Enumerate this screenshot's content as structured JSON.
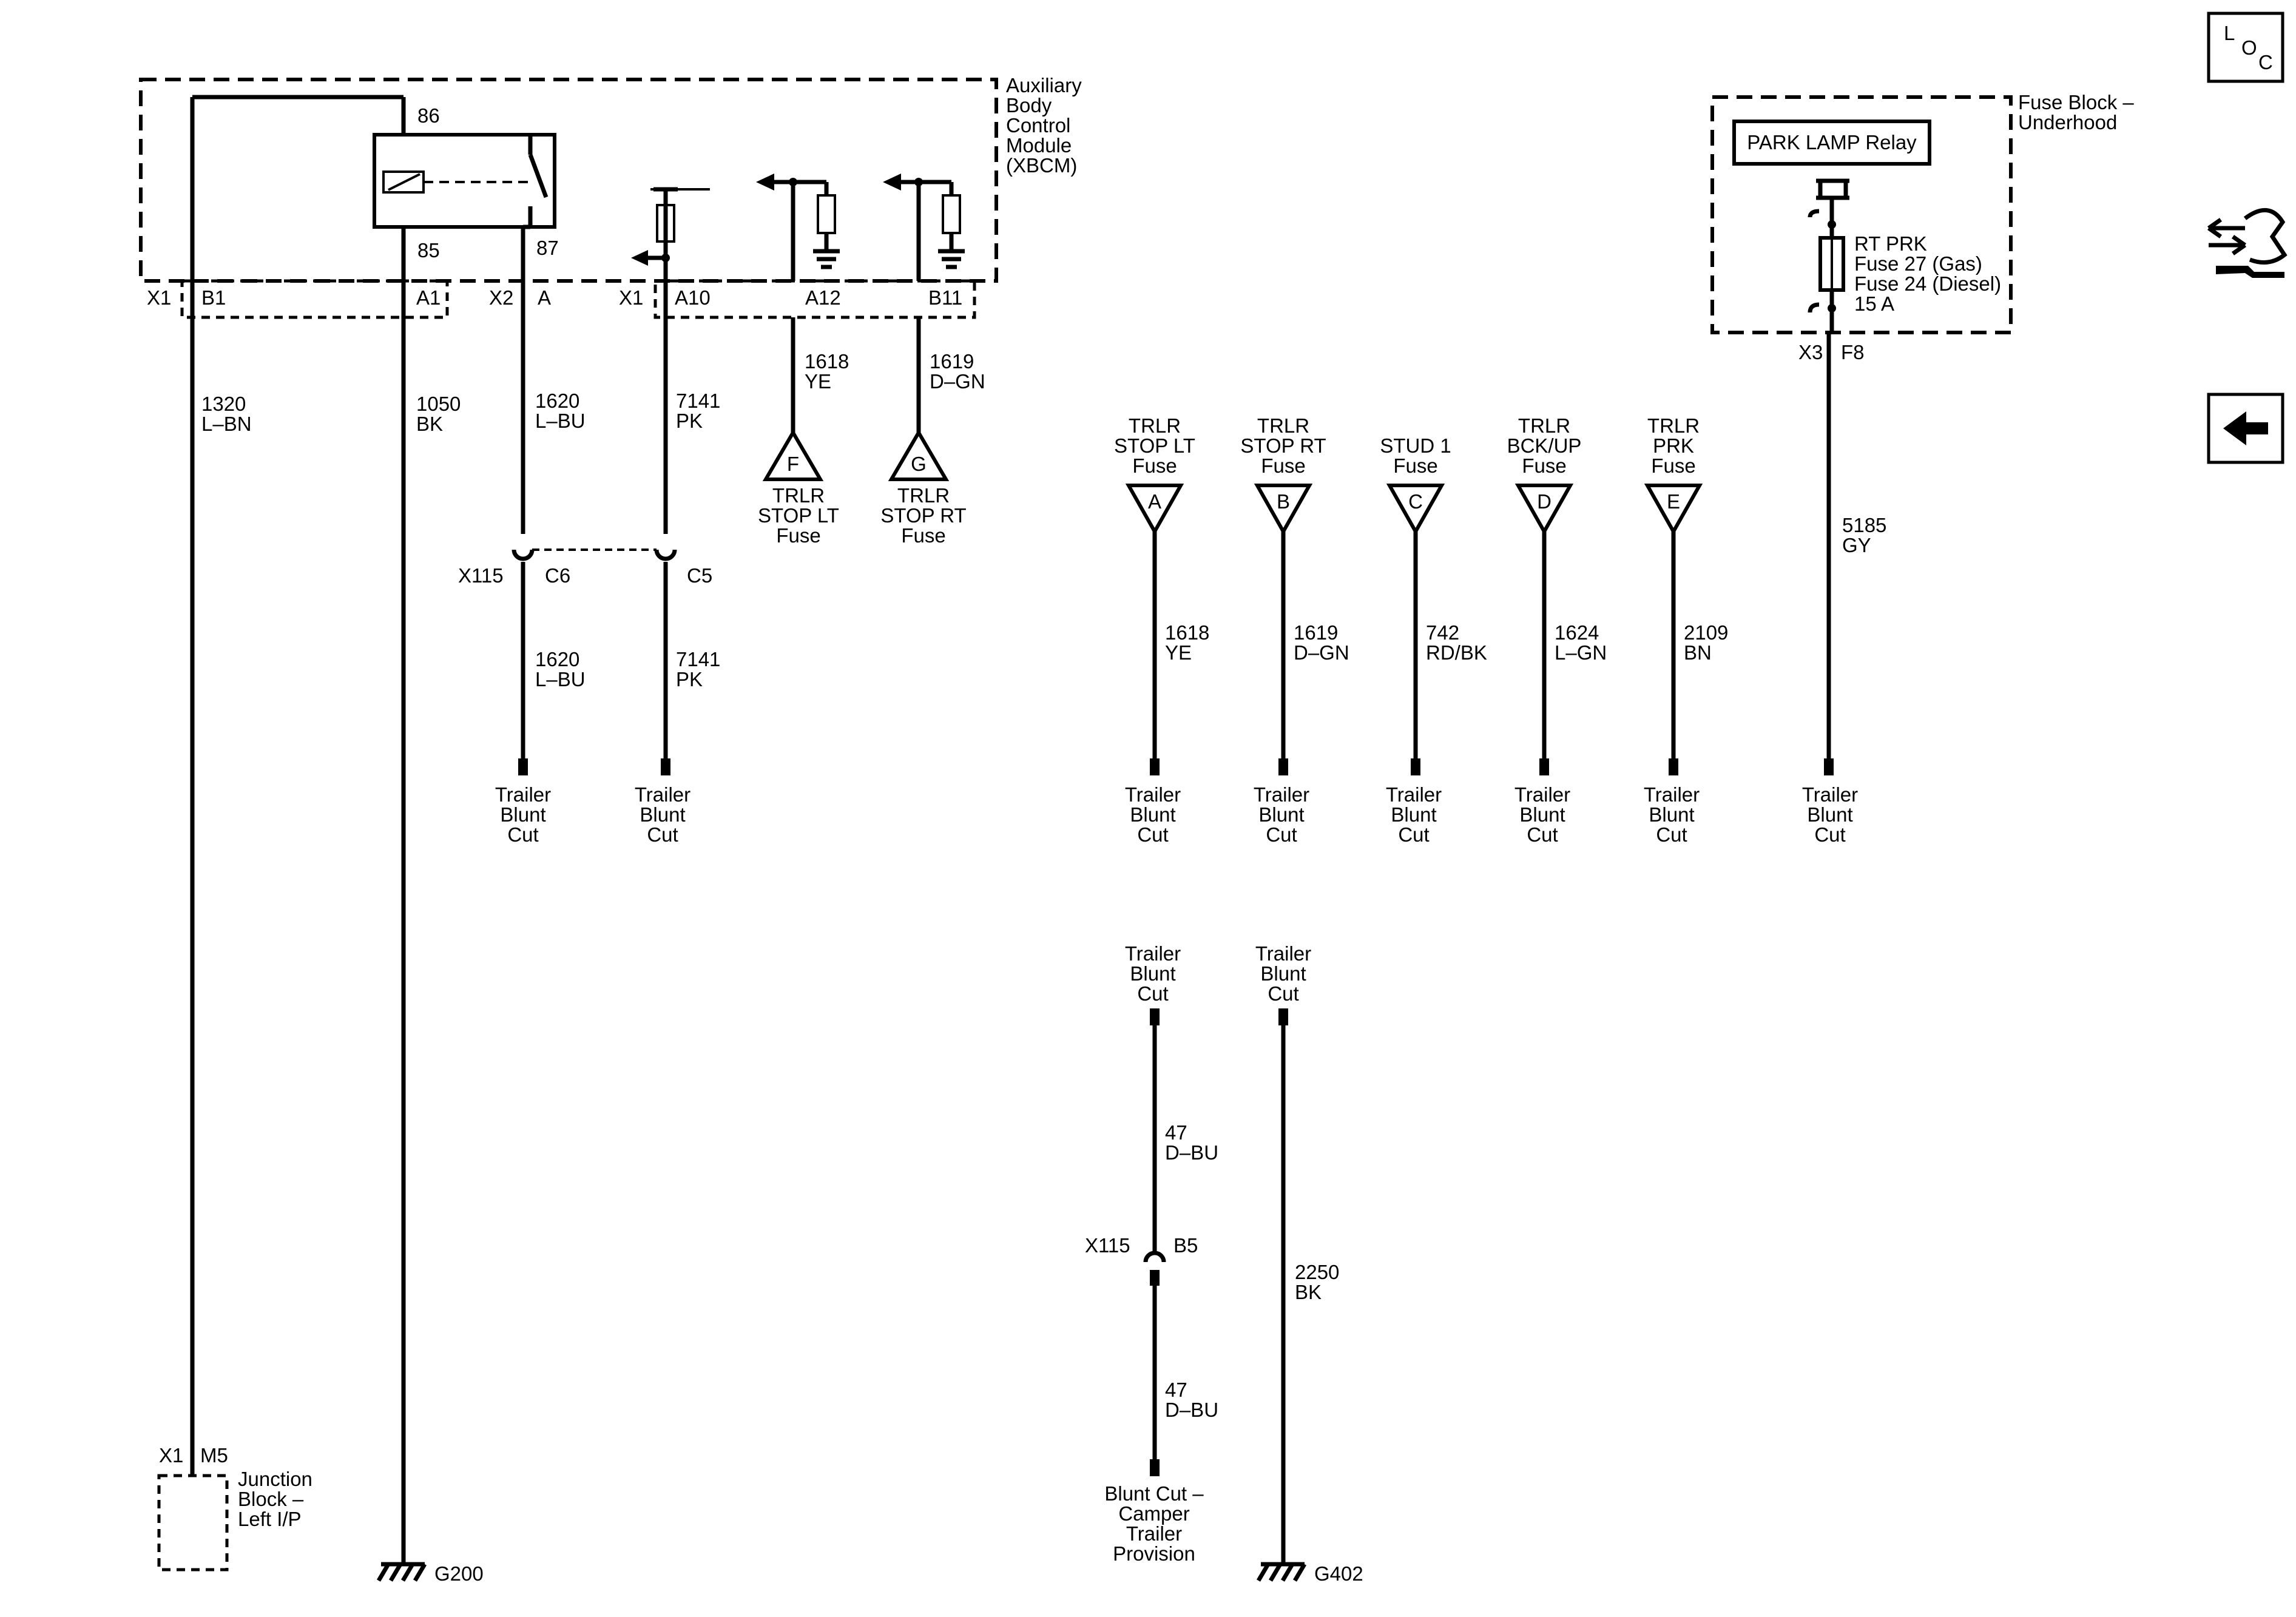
{
  "xbcm": {
    "name_lines": [
      "Auxiliary",
      "Body",
      "Control",
      "Module",
      "(XBCM)"
    ],
    "pin_86": "86",
    "pin_85": "85",
    "pin_87": "87"
  },
  "connectors": {
    "x1": "X1",
    "x2": "X2",
    "b1": "B1",
    "a1": "A1",
    "a": "A",
    "a10": "A10",
    "a12": "A12",
    "b11": "B11",
    "x115": "X115",
    "c6": "C6",
    "c5": "C5",
    "b5": "B5",
    "x3": "X3",
    "f8": "F8",
    "m5": "M5"
  },
  "wires": {
    "w1320": {
      "num": "1320",
      "color": "L–BN"
    },
    "w1050": {
      "num": "1050",
      "color": "BK"
    },
    "w1620": {
      "num": "1620",
      "color": "L–BU"
    },
    "w7141": {
      "num": "7141",
      "color": "PK"
    },
    "w1618": {
      "num": "1618",
      "color": "YE"
    },
    "w1619": {
      "num": "1619",
      "color": "D–GN"
    },
    "w742": {
      "num": "742",
      "color": "RD/BK"
    },
    "w1624": {
      "num": "1624",
      "color": "L–GN"
    },
    "w2109": {
      "num": "2109",
      "color": "BN"
    },
    "w5185": {
      "num": "5185",
      "color": "GY"
    },
    "w47": {
      "num": "47",
      "color": "D–BU"
    },
    "w2250": {
      "num": "2250",
      "color": "BK"
    }
  },
  "offpage_bottom": {
    "f": {
      "letter": "F",
      "lines": [
        "TRLR",
        "STOP LT",
        "Fuse"
      ]
    },
    "g": {
      "letter": "G",
      "lines": [
        "TRLR",
        "STOP RT",
        "Fuse"
      ]
    }
  },
  "offpage_top": {
    "a": {
      "letter": "A",
      "lines": [
        "TRLR",
        "STOP LT",
        "Fuse"
      ]
    },
    "b": {
      "letter": "B",
      "lines": [
        "TRLR",
        "STOP RT",
        "Fuse"
      ]
    },
    "c": {
      "letter": "C",
      "lines": [
        "STUD 1",
        "Fuse"
      ]
    },
    "d": {
      "letter": "D",
      "lines": [
        "TRLR",
        "BCK/UP",
        "Fuse"
      ]
    },
    "e": {
      "letter": "E",
      "lines": [
        "TRLR",
        "PRK",
        "Fuse"
      ]
    }
  },
  "blunt_cut": [
    "Trailer",
    "Blunt",
    "Cut"
  ],
  "camper": [
    "Blunt Cut –",
    "Camper",
    "Trailer",
    "Provision"
  ],
  "fuse_block": {
    "name_lines": [
      "Fuse Block –",
      "Underhood"
    ],
    "relay_label": "PARK LAMP Relay",
    "fuse_lines": [
      "RT PRK",
      "Fuse 27 (Gas)",
      "Fuse 24 (Diesel)",
      "15 A"
    ]
  },
  "junction_block": [
    "Junction",
    "Block –",
    "Left I/P"
  ],
  "grounds": {
    "g200": "G200",
    "g402": "G402"
  },
  "nav": {
    "loc_l": "L",
    "loc_o": "O",
    "loc_c": "C"
  },
  "icons": [
    "loc-icon",
    "connector-info-icon",
    "back-arrow-icon"
  ]
}
